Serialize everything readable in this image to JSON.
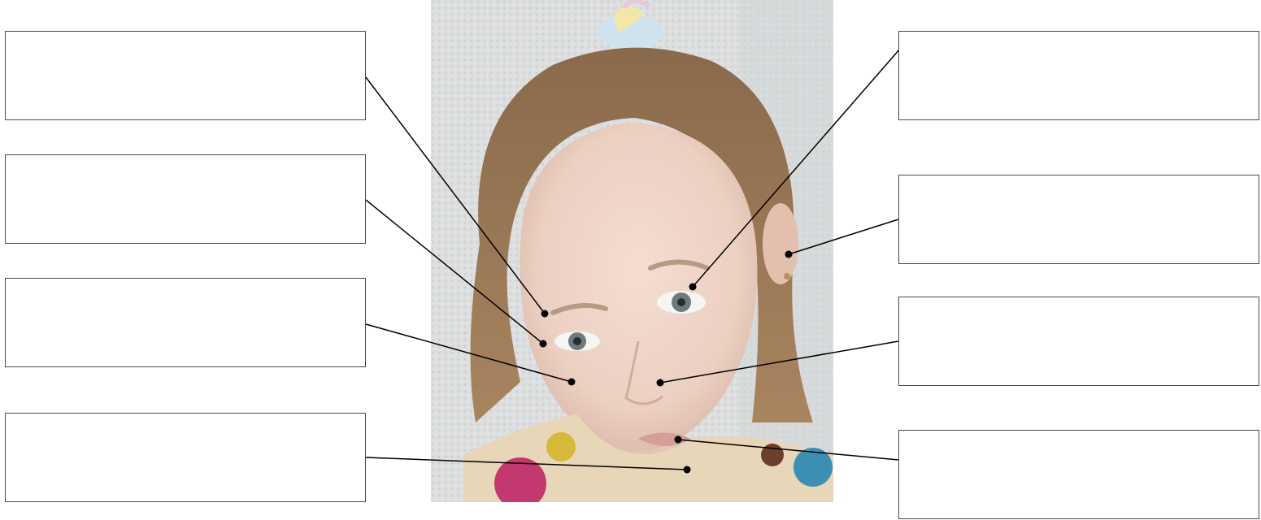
{
  "figure": {
    "photo": {
      "subject": "child-face-photo"
    },
    "colors": {
      "line": "#000000",
      "box_border": "#4a4a4a",
      "background": "#ffffff"
    },
    "label_boxes": [
      {
        "id": "forehead-upper-left",
        "text": ""
      },
      {
        "id": "eye-left",
        "text": ""
      },
      {
        "id": "cheek-left",
        "text": ""
      },
      {
        "id": "chin-neck",
        "text": ""
      },
      {
        "id": "eye-right",
        "text": ""
      },
      {
        "id": "ear-right",
        "text": ""
      },
      {
        "id": "nose",
        "text": ""
      },
      {
        "id": "mouth-lip",
        "text": ""
      }
    ]
  }
}
